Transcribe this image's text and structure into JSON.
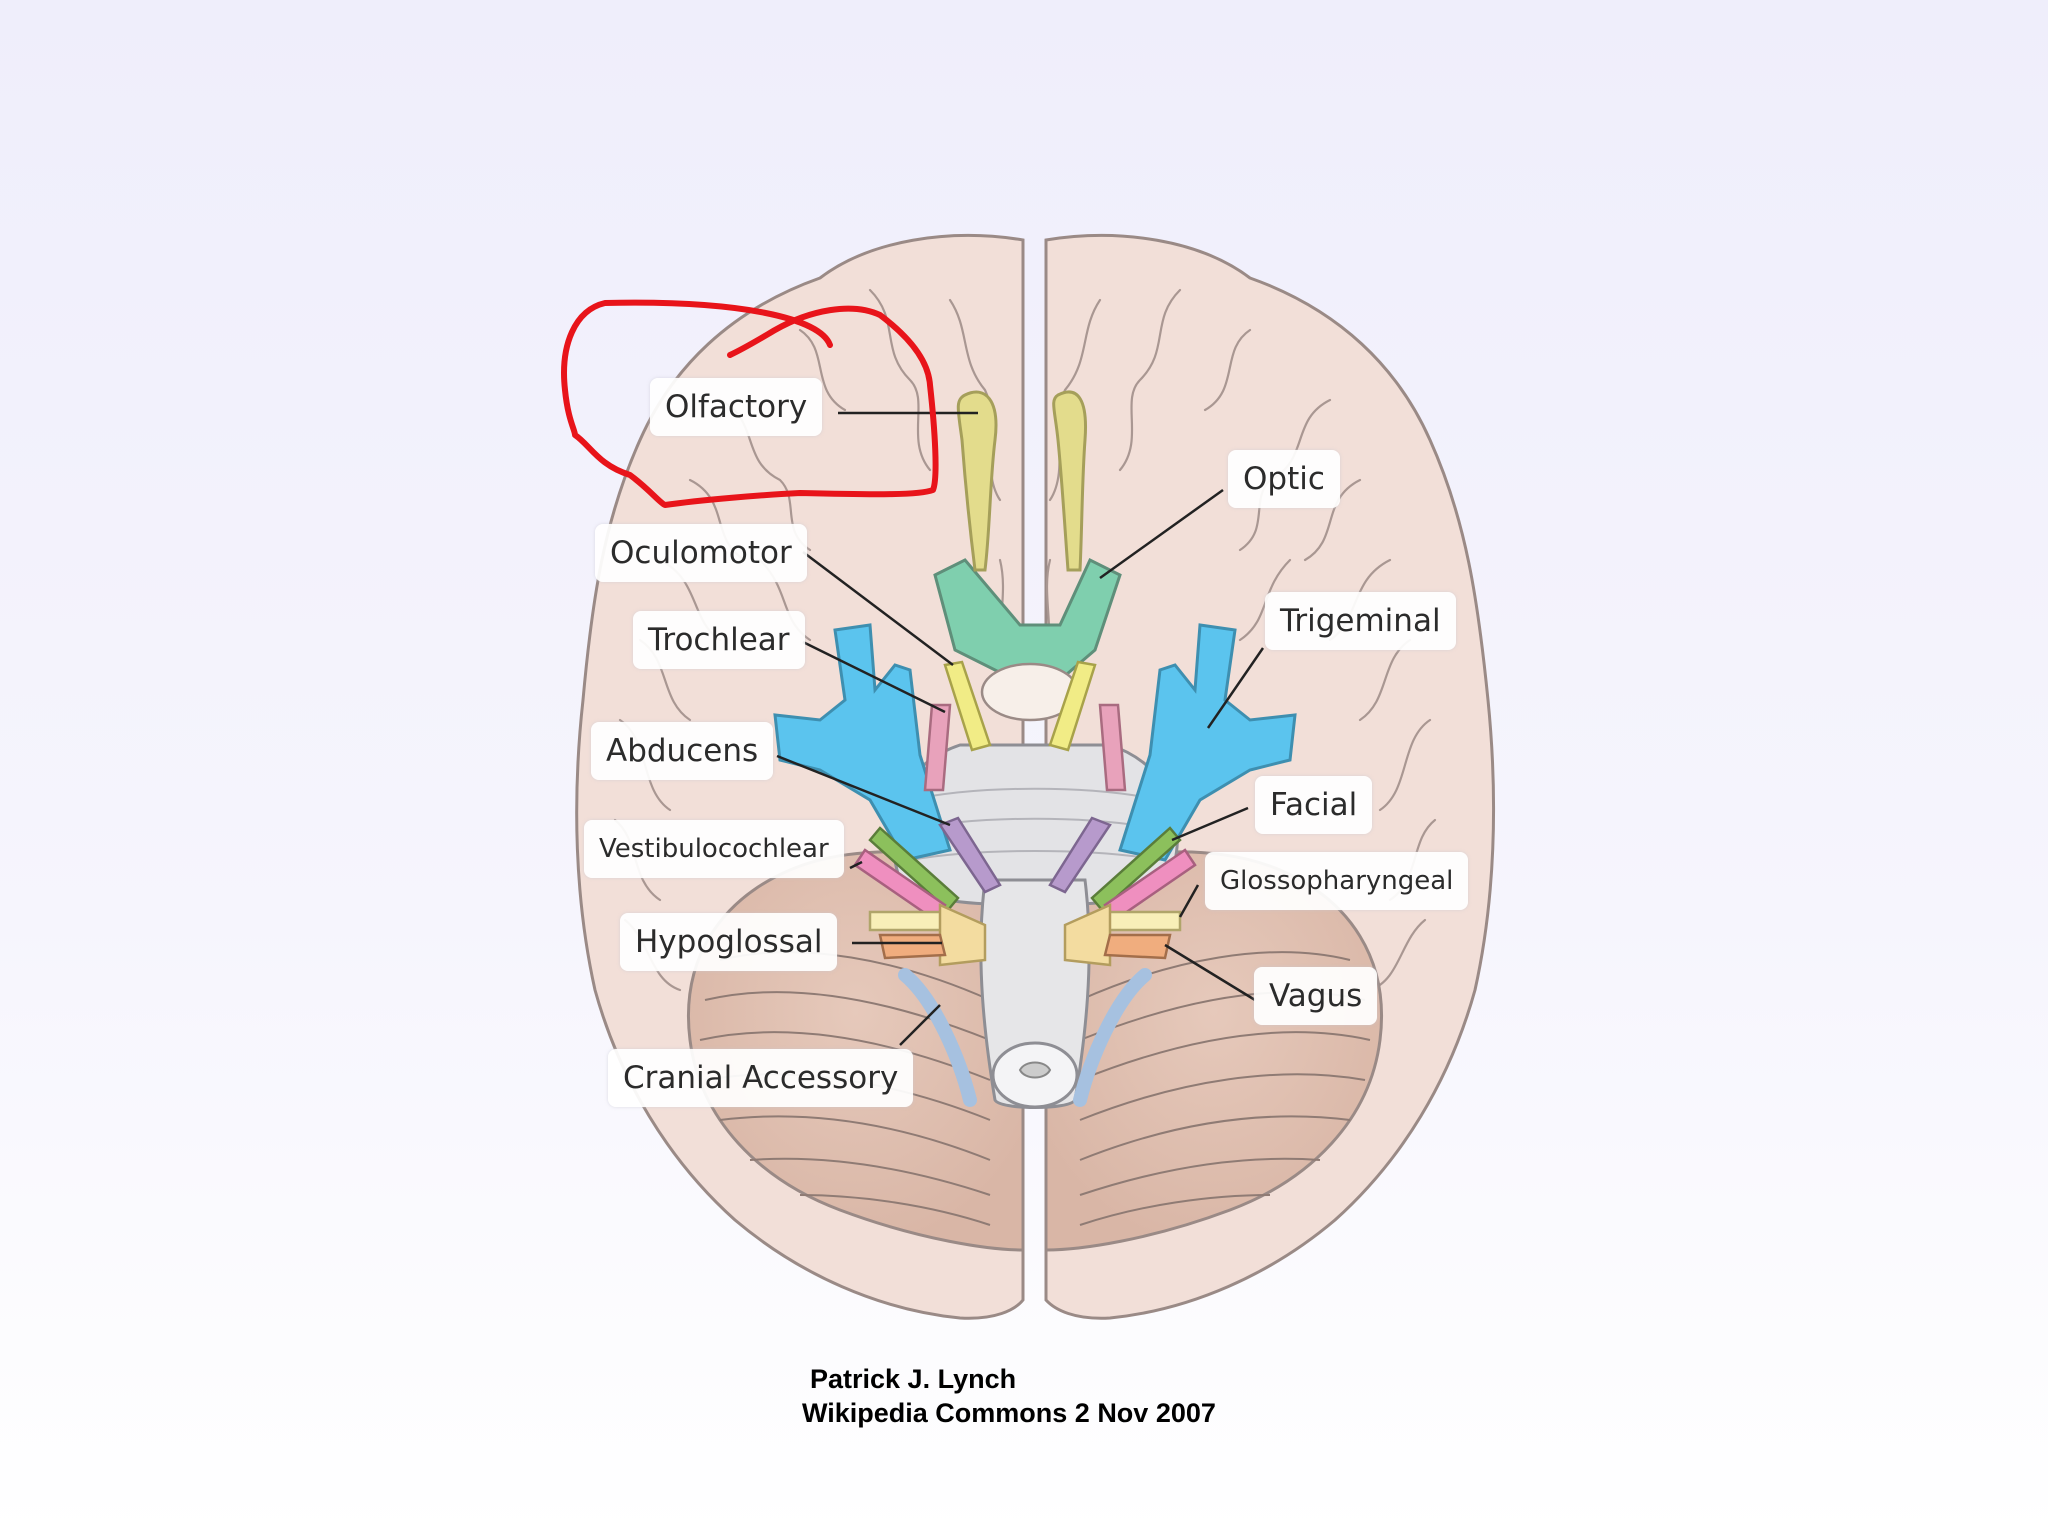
{
  "nerve_labels": {
    "olfactory": "Olfactory",
    "optic": "Optic",
    "oculomotor": "Oculomotor",
    "trochlear": "Trochlear",
    "trigeminal": "Trigeminal",
    "abducens": "Abducens",
    "facial": "Facial",
    "vestibulocochlear": "Vestibulocochlear",
    "glossopharyngeal": "Glossopharyngeal",
    "hypoglossal": "Hypoglossal",
    "vagus": "Vagus",
    "cranial_accessory": "Cranial Accessory"
  },
  "credit": {
    "author": "Patrick J. Lynch",
    "source": "Wikipedia Commons 2 Nov 2007"
  },
  "colors": {
    "brain": "#f2dfd8",
    "brain_outline": "#9a8a86",
    "olfactory": "#e3dc8c",
    "optic": "#7fcfae",
    "oculomotor": "#f1ec86",
    "trochlear": "#e8a2bb",
    "trigeminal": "#5bc4ee",
    "abducens": "#b79acc",
    "facial": "#8cc05c",
    "vestibulocochlear": "#ef8fbf",
    "glossopharyngeal": "#f8efb8",
    "vagus": "#f0ad7e",
    "hypoglossal": "#f3dca0",
    "accessory": "#a6c1e0",
    "brainstem": "#e3e3e6",
    "annotation": "#e8141a"
  }
}
